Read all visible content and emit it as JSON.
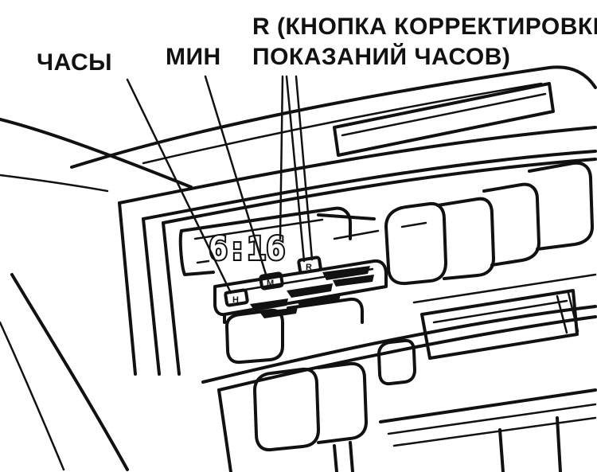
{
  "labels": {
    "hours": "ЧАСЫ",
    "minutes": "МИН",
    "reset_line1": "R (КНОПКА КОРРЕКТИРОВКИ",
    "reset_line2": "ПОКАЗАНИЙ ЧАСОВ)"
  },
  "display": {
    "digits": "6:16"
  },
  "button_marks": {
    "hours": "H",
    "minutes": "M",
    "reset": "R"
  },
  "colors": {
    "ink": "#111111",
    "paper": "#ffffff"
  }
}
